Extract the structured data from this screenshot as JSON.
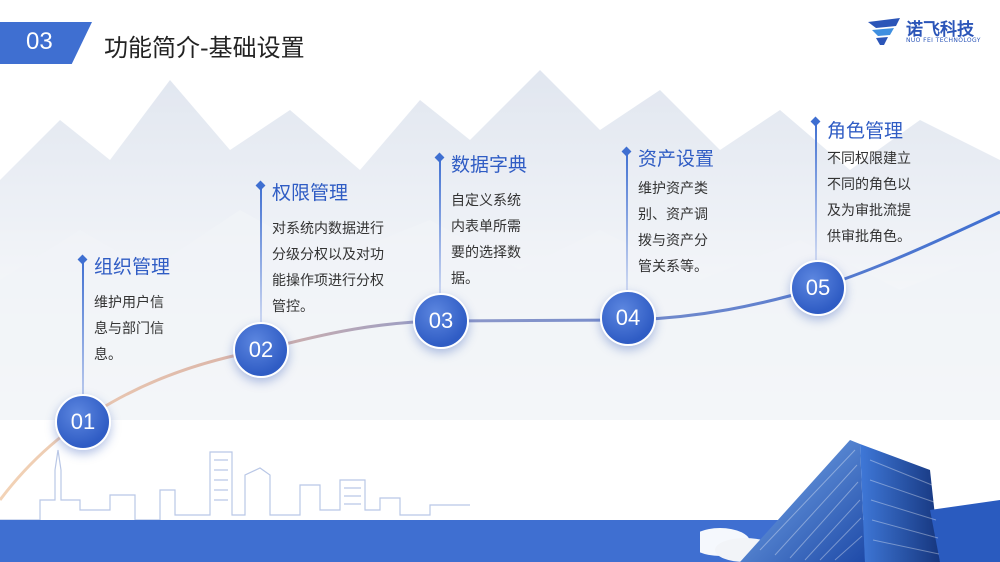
{
  "header": {
    "section_number": "03",
    "title": "功能简介-基础设置"
  },
  "logo": {
    "name": "诺飞科技",
    "subtitle": "NUO FEI TECHNOLOGY"
  },
  "steps": [
    {
      "number": "01",
      "title": "组织管理",
      "desc_lines": [
        "维护用户信",
        "息与部门信",
        "息。"
      ]
    },
    {
      "number": "02",
      "title": "权限管理",
      "desc_lines": [
        "对系统内数据进行",
        "分级分权以及对功",
        "能操作项进行分权",
        "管控。"
      ]
    },
    {
      "number": "03",
      "title": "数据字典",
      "desc_lines": [
        "自定义系统",
        "内表单所需",
        "要的选择数",
        "据。"
      ]
    },
    {
      "number": "04",
      "title": "资产设置",
      "desc_lines": [
        "维护资产类",
        "别、资产调",
        "拨与资产分",
        "管关系等。"
      ]
    },
    {
      "number": "05",
      "title": "角色管理",
      "desc_lines": [
        "不同权限建立",
        "不同的角色以",
        "及为审批流提",
        "供审批角色。"
      ]
    }
  ],
  "colors": {
    "accent": "#3f6fd1",
    "accent_dark": "#2f5cc4"
  }
}
